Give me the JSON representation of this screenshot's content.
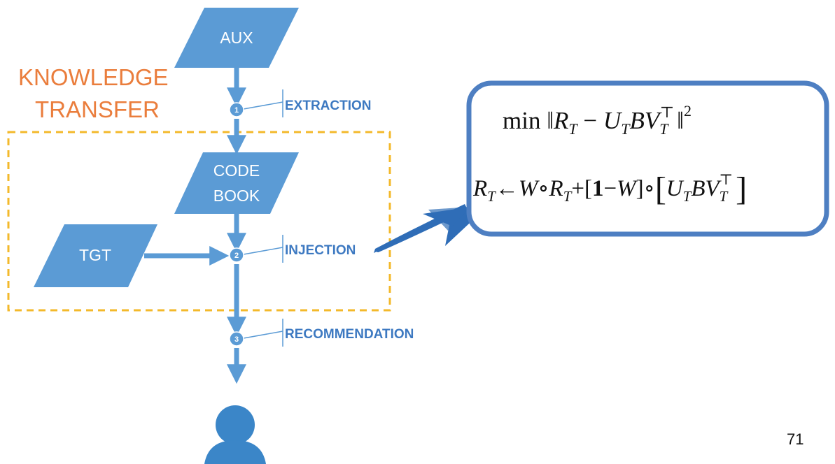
{
  "colors": {
    "shape_fill": "#5b9bd5",
    "arrow": "#5b9bd5",
    "step_label": "#3d79c1",
    "knowledge_transfer": "#ea7d3c",
    "dashed_box": "#f3b92b",
    "formula_box_border": "#4e7fc2",
    "big_arrow": "#2f6db7",
    "user_icon": "#3b86c8"
  },
  "nodes": {
    "aux": "AUX",
    "codebook_line1": "CODE",
    "codebook_line2": "BOOK",
    "tgt": "TGT"
  },
  "knowledge_transfer": {
    "line1": "KNOWLEDGE",
    "line2": "TRANSFER"
  },
  "steps": [
    {
      "number": "1",
      "label": "EXTRACTION"
    },
    {
      "number": "2",
      "label": "INJECTION"
    },
    {
      "number": "3",
      "label": "RECOMMENDATION"
    }
  ],
  "formula": {
    "objective": "min ‖R_T − U_T B V_T^⊤‖²",
    "update": "R_T ← W ∘ R_T + [1 − W] ∘ [U_T B V_T^⊤]"
  },
  "icons": {
    "user": "user-icon"
  },
  "page_number": "71"
}
